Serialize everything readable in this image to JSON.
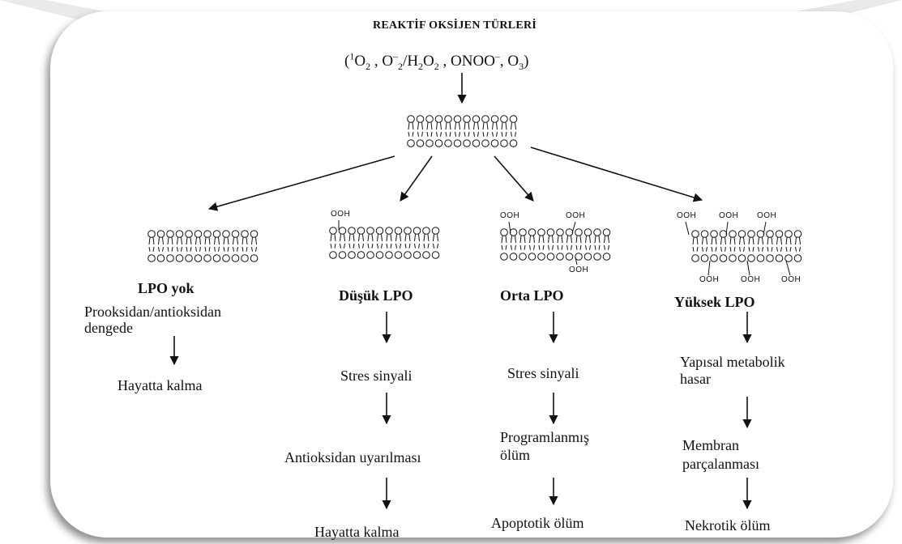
{
  "title": "REAKTİF OKSİJEN TÜRLERİ",
  "species": {
    "open": "(",
    "o2_sup": "1",
    "o2": "O",
    "o2_sub": "2",
    "sep1": " , O",
    "sup_minus": "–",
    "sub2": "2",
    "h2o2": "/H",
    "h2o2_sub1": "2",
    "o": "O",
    "h2o2_sub2": "2",
    "onoo": " , ONOO",
    "onoo_sup": "–",
    "sep2": ",  O",
    "o3_sub": "3",
    "close": ")"
  },
  "columns": [
    {
      "heading": "LPO yok",
      "desc": [
        "Prooksidan/antioksidan",
        "dengede"
      ],
      "steps": [
        "Hayatta kalma"
      ]
    },
    {
      "heading": "Düşük LPO",
      "steps": [
        "Stres sinyali",
        "Antioksidan uyarılması",
        "Hayatta kalma"
      ],
      "ooh_labels": [
        "OOH"
      ]
    },
    {
      "heading": "Orta LPO",
      "steps": [
        "Stres sinyali",
        "Programlanmış",
        "ölüm",
        "Apoptotik ölüm"
      ],
      "ooh_labels": [
        "OOH",
        "OOH",
        "OOH"
      ]
    },
    {
      "heading": "Yüksek LPO",
      "steps": [
        "Yapısal metabolik",
        "hasar",
        "Membran",
        "parçalanması",
        "Nekrotik ölüm"
      ],
      "ooh_labels": [
        "OOH",
        "OOH",
        "OOH",
        "OOH",
        "OOH",
        "OOH"
      ]
    }
  ]
}
